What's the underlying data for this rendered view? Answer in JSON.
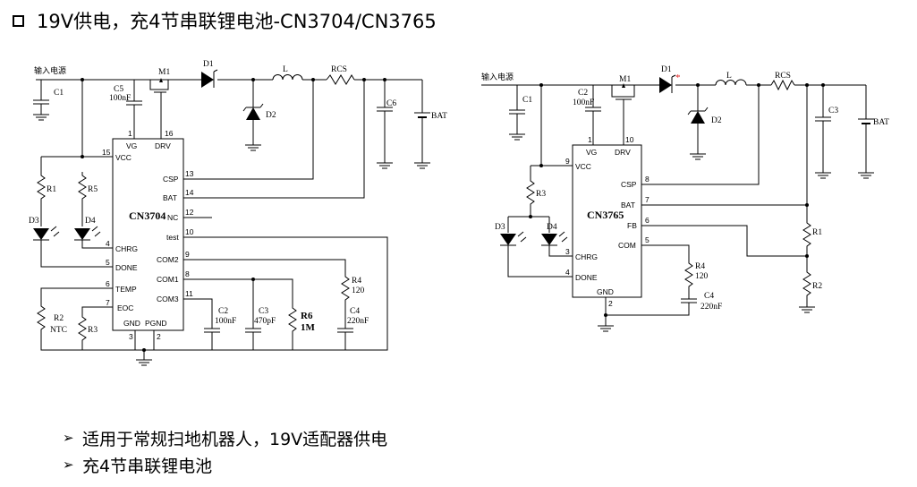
{
  "slide": {
    "title": "19V供电，充4节串联锂电池-CN3704/CN3765",
    "bullets": [
      "适用于常规扫地机器人，19V适配器供电",
      "充4节串联锂电池"
    ]
  },
  "left_circuit": {
    "input_label": "输入电源",
    "chip_name": "CN3704",
    "pins": [
      {
        "num": "1",
        "name": "VG"
      },
      {
        "num": "16",
        "name": "DRV"
      },
      {
        "num": "15",
        "name": "VCC"
      },
      {
        "num": "13",
        "name": "CSP"
      },
      {
        "num": "14",
        "name": "BAT"
      },
      {
        "num": "12",
        "name": "NC"
      },
      {
        "num": "10",
        "name": "test"
      },
      {
        "num": "4",
        "name": "CHRG"
      },
      {
        "num": "5",
        "name": "DONE"
      },
      {
        "num": "9",
        "name": "COM2"
      },
      {
        "num": "8",
        "name": "COM1"
      },
      {
        "num": "6",
        "name": "TEMP"
      },
      {
        "num": "11",
        "name": "COM3"
      },
      {
        "num": "7",
        "name": "EOC"
      },
      {
        "num": "3",
        "name": "GND"
      },
      {
        "num": "2",
        "name": "PGND"
      }
    ],
    "labels": {
      "C1": "C1",
      "C5": "C5",
      "C5v": "100nF",
      "M1": "M1",
      "D1": "D1",
      "L": "L",
      "RCS": "RCS",
      "D2": "D2",
      "C6": "C6",
      "BAT": "BAT",
      "R1": "R1",
      "R5": "R5",
      "D3": "D3",
      "D4": "D4",
      "R2": "R2",
      "R2v": "NTC",
      "R3": "R3",
      "C2": "C2",
      "C2v": "100nF",
      "C3": "C3",
      "C3v": "470pF",
      "R6": "R6",
      "R6v": "1M",
      "R4": "R4",
      "R4v": "120",
      "C4": "C4",
      "C4v": "220nF"
    }
  },
  "right_circuit": {
    "input_label": "输入电源",
    "chip_name": "CN3765",
    "pins": [
      {
        "num": "1",
        "name": "VG"
      },
      {
        "num": "10",
        "name": "DRV"
      },
      {
        "num": "9",
        "name": "VCC"
      },
      {
        "num": "8",
        "name": "CSP"
      },
      {
        "num": "7",
        "name": "BAT"
      },
      {
        "num": "6",
        "name": "FB"
      },
      {
        "num": "5",
        "name": "COM"
      },
      {
        "num": "3",
        "name": "CHRG"
      },
      {
        "num": "4",
        "name": "DONE"
      },
      {
        "num": "2",
        "name": "GND"
      }
    ],
    "labels": {
      "C1": "C1",
      "C2": "C2",
      "C2v": "100nF",
      "M1": "M1",
      "D1": "D1",
      "D1mark": "*",
      "L": "L",
      "RCS": "RCS",
      "D2": "D2",
      "C3": "C3",
      "BAT": "BAT",
      "R3": "R3",
      "D3": "D3",
      "D4": "D4",
      "R1": "R1",
      "R2": "R2",
      "R4": "R4",
      "R4v": "120",
      "C4": "C4",
      "C4v": "220nF"
    }
  },
  "colors": {
    "marker": "#e02020",
    "ink": "#000000"
  }
}
